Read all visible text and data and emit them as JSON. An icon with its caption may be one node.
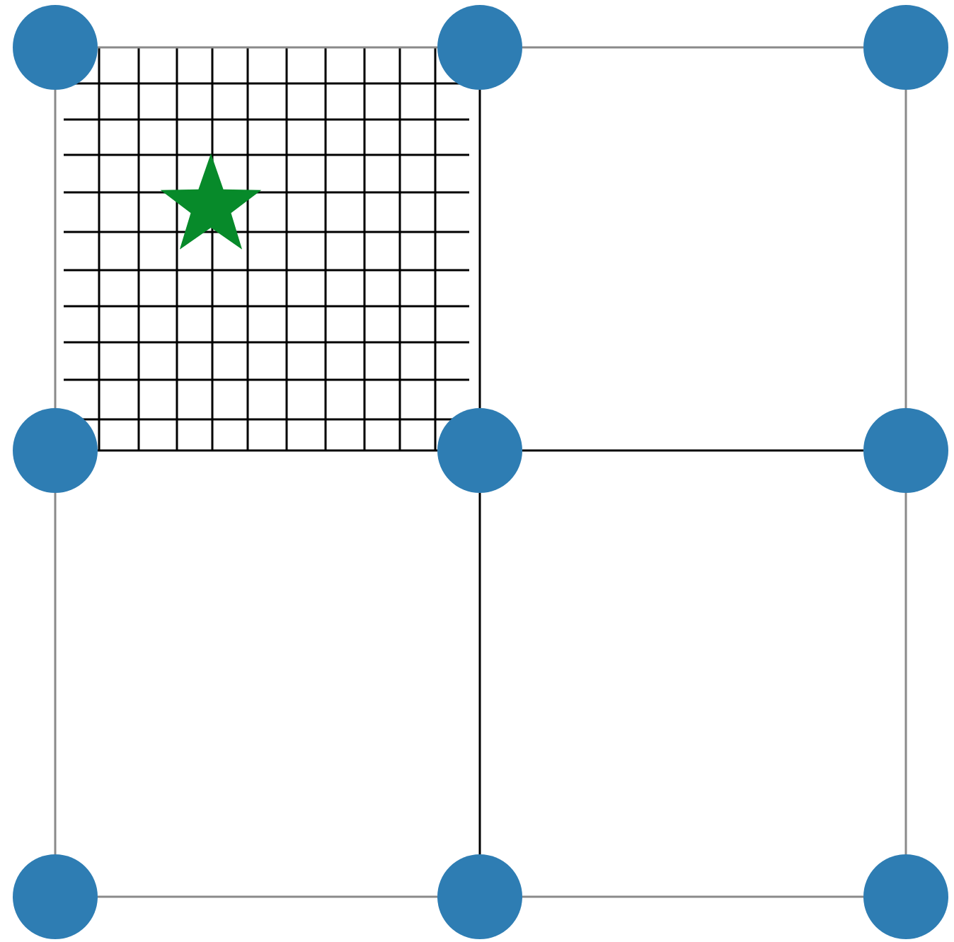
{
  "diagram": {
    "nodes": [
      {
        "text": [],
        "shape": "circle"
      },
      {
        "text": [],
        "shape": "circle"
      },
      {
        "text": [],
        "shape": "circle"
      },
      {
        "text": [],
        "shape": "circle"
      },
      {
        "text": [],
        "shape": "circle"
      },
      {
        "text": [],
        "shape": "circle"
      },
      {
        "text": [],
        "shape": "circle"
      },
      {
        "text": [],
        "shape": "circle"
      },
      {
        "text": [],
        "shape": "circle"
      }
    ],
    "edges": [
      {
        "from": 0,
        "to": 1,
        "arrow": "none"
      },
      {
        "from": 1,
        "to": 2,
        "arrow": "none"
      },
      {
        "from": 3,
        "to": 4,
        "arrow": "none",
        "color": "#000000"
      },
      {
        "from": 4,
        "to": 5,
        "arrow": "none",
        "color": "#000000"
      },
      {
        "from": 6,
        "to": 7,
        "arrow": "none"
      },
      {
        "from": 7,
        "to": 8,
        "arrow": "none"
      },
      {
        "from": 0,
        "to": 3,
        "arrow": "none"
      },
      {
        "from": 3,
        "to": 6,
        "arrow": "none"
      },
      {
        "from": 1,
        "to": 4,
        "arrow": "none",
        "color": "#000000"
      },
      {
        "from": 4,
        "to": 7,
        "arrow": "none",
        "color": "#000000"
      },
      {
        "from": 2,
        "to": 5,
        "arrow": "none"
      },
      {
        "from": 5,
        "to": 8,
        "arrow": "none"
      }
    ]
  }
}
